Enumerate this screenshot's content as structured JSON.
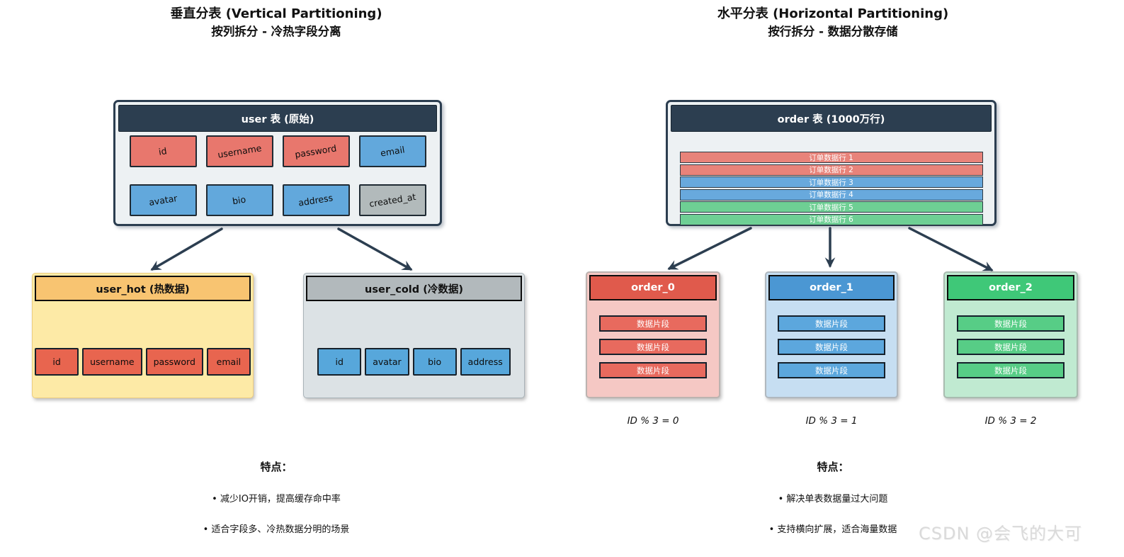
{
  "palette": {
    "navy_header": "#2c3e50",
    "source_body": "#edf1f3",
    "field_salmon": "#e8776d",
    "field_blue": "#62a8dc",
    "field_gray": "#b2babb",
    "hot_header": "#f8c471",
    "hot_body": "#fdeaa6",
    "hot_field": "#e8654f",
    "cold_header": "#b2b9bc",
    "cold_body": "#dce2e5",
    "cold_field": "#57a7db",
    "order_row_red": "#e8837a",
    "order_row_blue": "#68a9dd",
    "order_row_green": "#6ecf94",
    "shard0_header": "#e05a4c",
    "shard1_header": "#4b97d3",
    "shard2_header": "#3fc878",
    "arrow": "#2c3e50"
  },
  "left": {
    "title_line1": "垂直分表 (Vertical Partitioning)",
    "title_line2": "按列拆分 - 冷热字段分离",
    "source_table": {
      "title": "user 表 (原始)",
      "row1": [
        "id",
        "username",
        "password",
        "email"
      ],
      "row2": [
        "avatar",
        "bio",
        "address",
        "created_at"
      ]
    },
    "hot_table": {
      "title": "user_hot (热数据)",
      "fields": [
        "id",
        "username",
        "password",
        "email"
      ]
    },
    "cold_table": {
      "title": "user_cold (冷数据)",
      "fields": [
        "id",
        "avatar",
        "bio",
        "address"
      ]
    },
    "features": {
      "heading": "特点：",
      "items": [
        "• 减少IO开销，提高缓存命中率",
        "• 适合字段多、冷热数据分明的场景"
      ]
    }
  },
  "right": {
    "title_line1": "水平分表 (Horizontal Partitioning)",
    "title_line2": "按行拆分 - 数据分散存储",
    "source_table": {
      "title": "order 表 (1000万行)",
      "rows": [
        "订单数据行 1",
        "订单数据行 2",
        "订单数据行 3",
        "订单数据行 4",
        "订单数据行 5",
        "订单数据行 6"
      ]
    },
    "shards": [
      {
        "title": "order_0",
        "rows": [
          "数据片段",
          "数据片段",
          "数据片段"
        ],
        "caption": "ID % 3 = 0"
      },
      {
        "title": "order_1",
        "rows": [
          "数据片段",
          "数据片段",
          "数据片段"
        ],
        "caption": "ID % 3 = 1"
      },
      {
        "title": "order_2",
        "rows": [
          "数据片段",
          "数据片段",
          "数据片段"
        ],
        "caption": "ID % 3 = 2"
      }
    ],
    "features": {
      "heading": "特点：",
      "items": [
        "• 解决单表数据量过大问题",
        "• 支持横向扩展，适合海量数据"
      ]
    }
  },
  "watermark": "CSDN @会飞的大可"
}
